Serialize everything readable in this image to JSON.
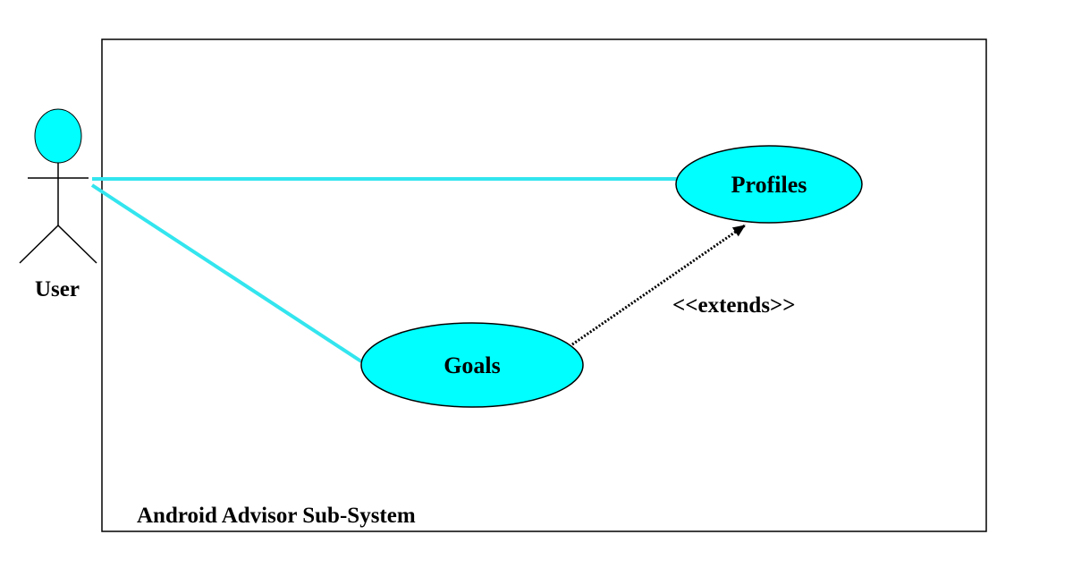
{
  "actor": {
    "label": "User"
  },
  "system": {
    "label": "Android Advisor Sub-System"
  },
  "use_cases": {
    "profiles": "Profiles",
    "goals": "Goals"
  },
  "relationship": {
    "stereotype": "<<extends>>"
  },
  "colors": {
    "usecase_fill": "#00ffff",
    "association_line": "#33e5ee",
    "outline": "#000000",
    "background": "#ffffff"
  }
}
